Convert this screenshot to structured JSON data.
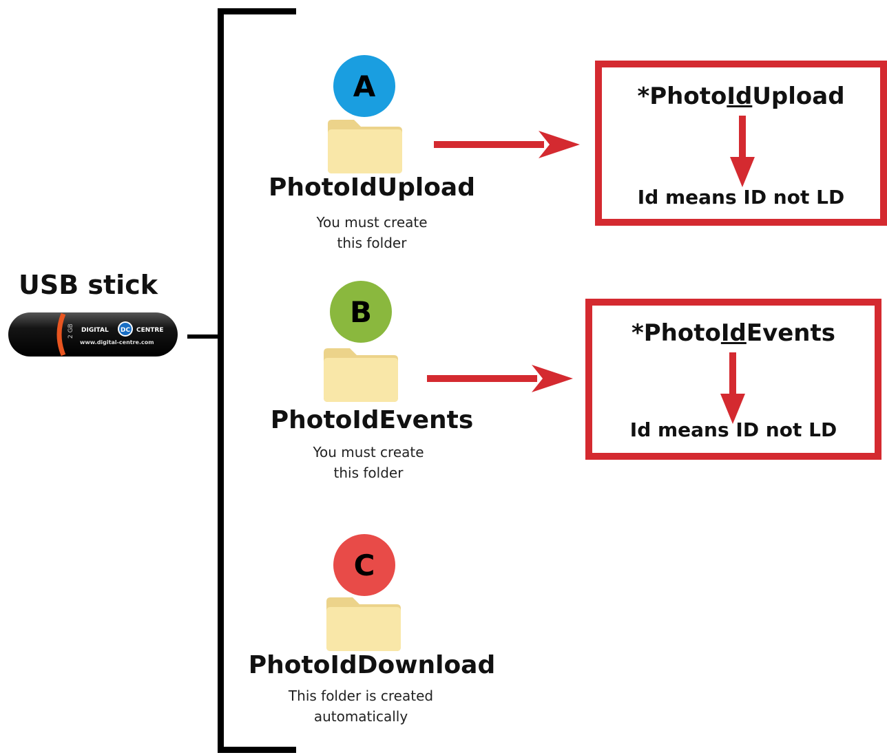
{
  "usb": {
    "title": "USB stick",
    "size_label": "2 GB",
    "brand_left": "DIGITAL",
    "brand_badge": "DC",
    "brand_right": "CENTRE",
    "url": "www.digital-centre.com"
  },
  "folders": [
    {
      "letter": "A",
      "name": "PhotoIdUpload",
      "note_line1": "You must create",
      "note_line2": "this folder",
      "circle_color": "#1a9ee0"
    },
    {
      "letter": "B",
      "name": "PhotoIdEvents",
      "note_line1": "You must create",
      "note_line2": "this folder",
      "circle_color": "#8ab83e"
    },
    {
      "letter": "C",
      "name": "PhotoIdDownload",
      "note_line1": "This folder is created",
      "note_line2": "automatically",
      "circle_color": "#e84b48"
    }
  ],
  "callouts": [
    {
      "prefix": "*Photo",
      "underlined": "Id",
      "suffix": "Upload",
      "explanation": "Id means ID not LD"
    },
    {
      "prefix": "*Photo",
      "underlined": "Id",
      "suffix": "Events",
      "explanation": "Id means ID not LD"
    }
  ],
  "colors": {
    "arrow": "#d42a30",
    "box_border": "#d42a30",
    "folder_fill": "#f7e3a0",
    "bracket": "#000000"
  }
}
